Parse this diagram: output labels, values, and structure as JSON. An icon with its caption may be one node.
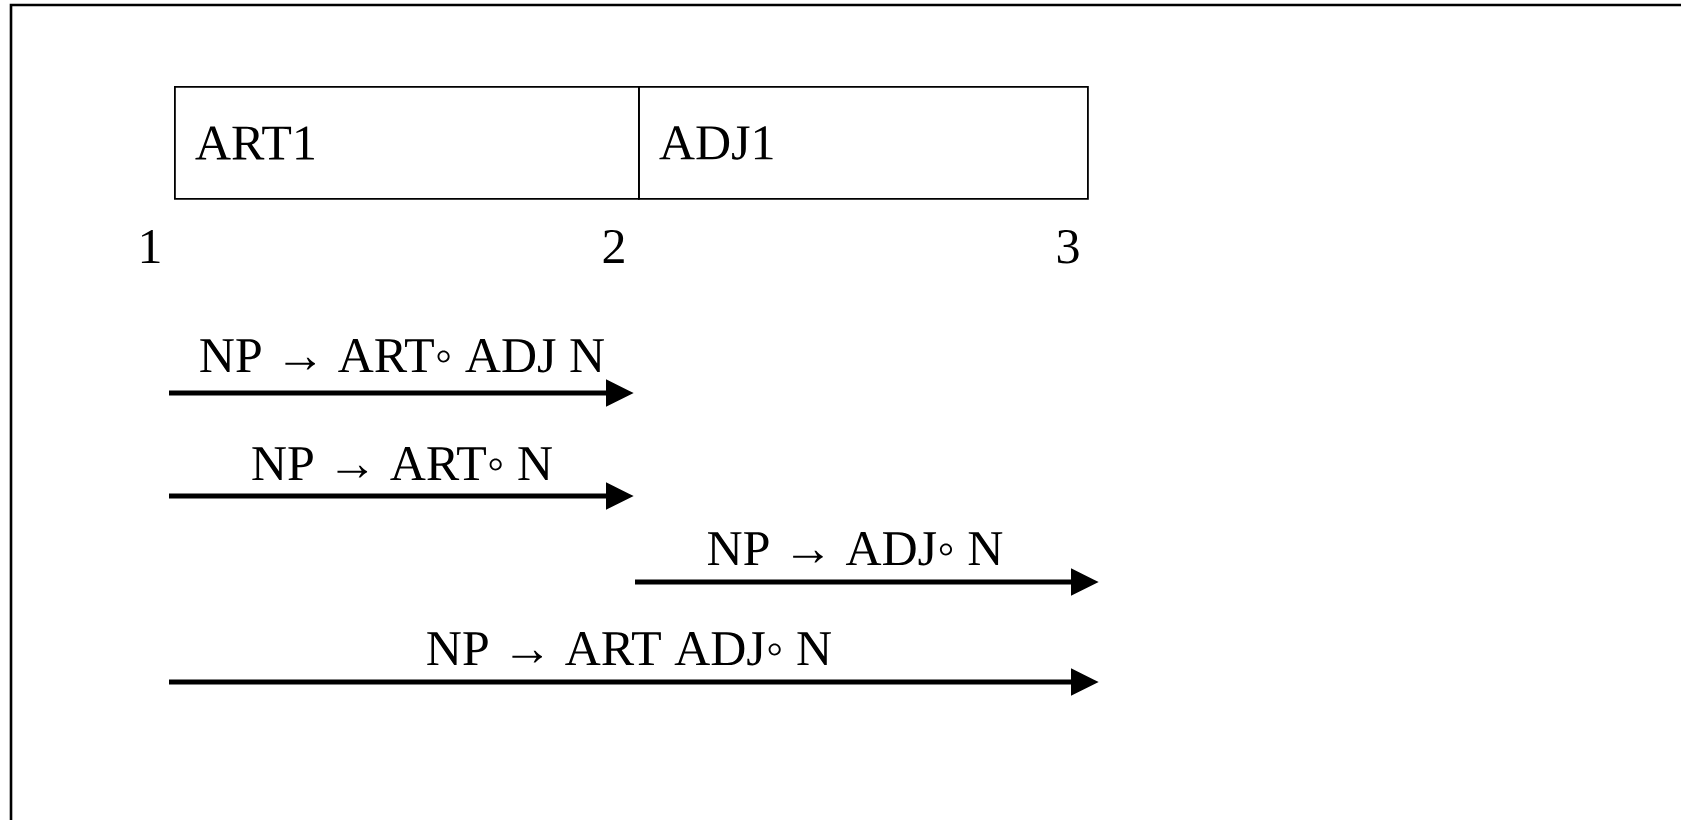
{
  "diagram": {
    "nodes": [
      {
        "text": [
          "ART1"
        ]
      },
      {
        "text": [
          "ADJ1"
        ]
      }
    ],
    "labels": [
      "1",
      "2",
      "3",
      "NP → ART◦ ADJ N",
      "NP → ART◦ N",
      "NP → ADJ◦ N",
      "NP → ART ADJ◦ N"
    ]
  }
}
